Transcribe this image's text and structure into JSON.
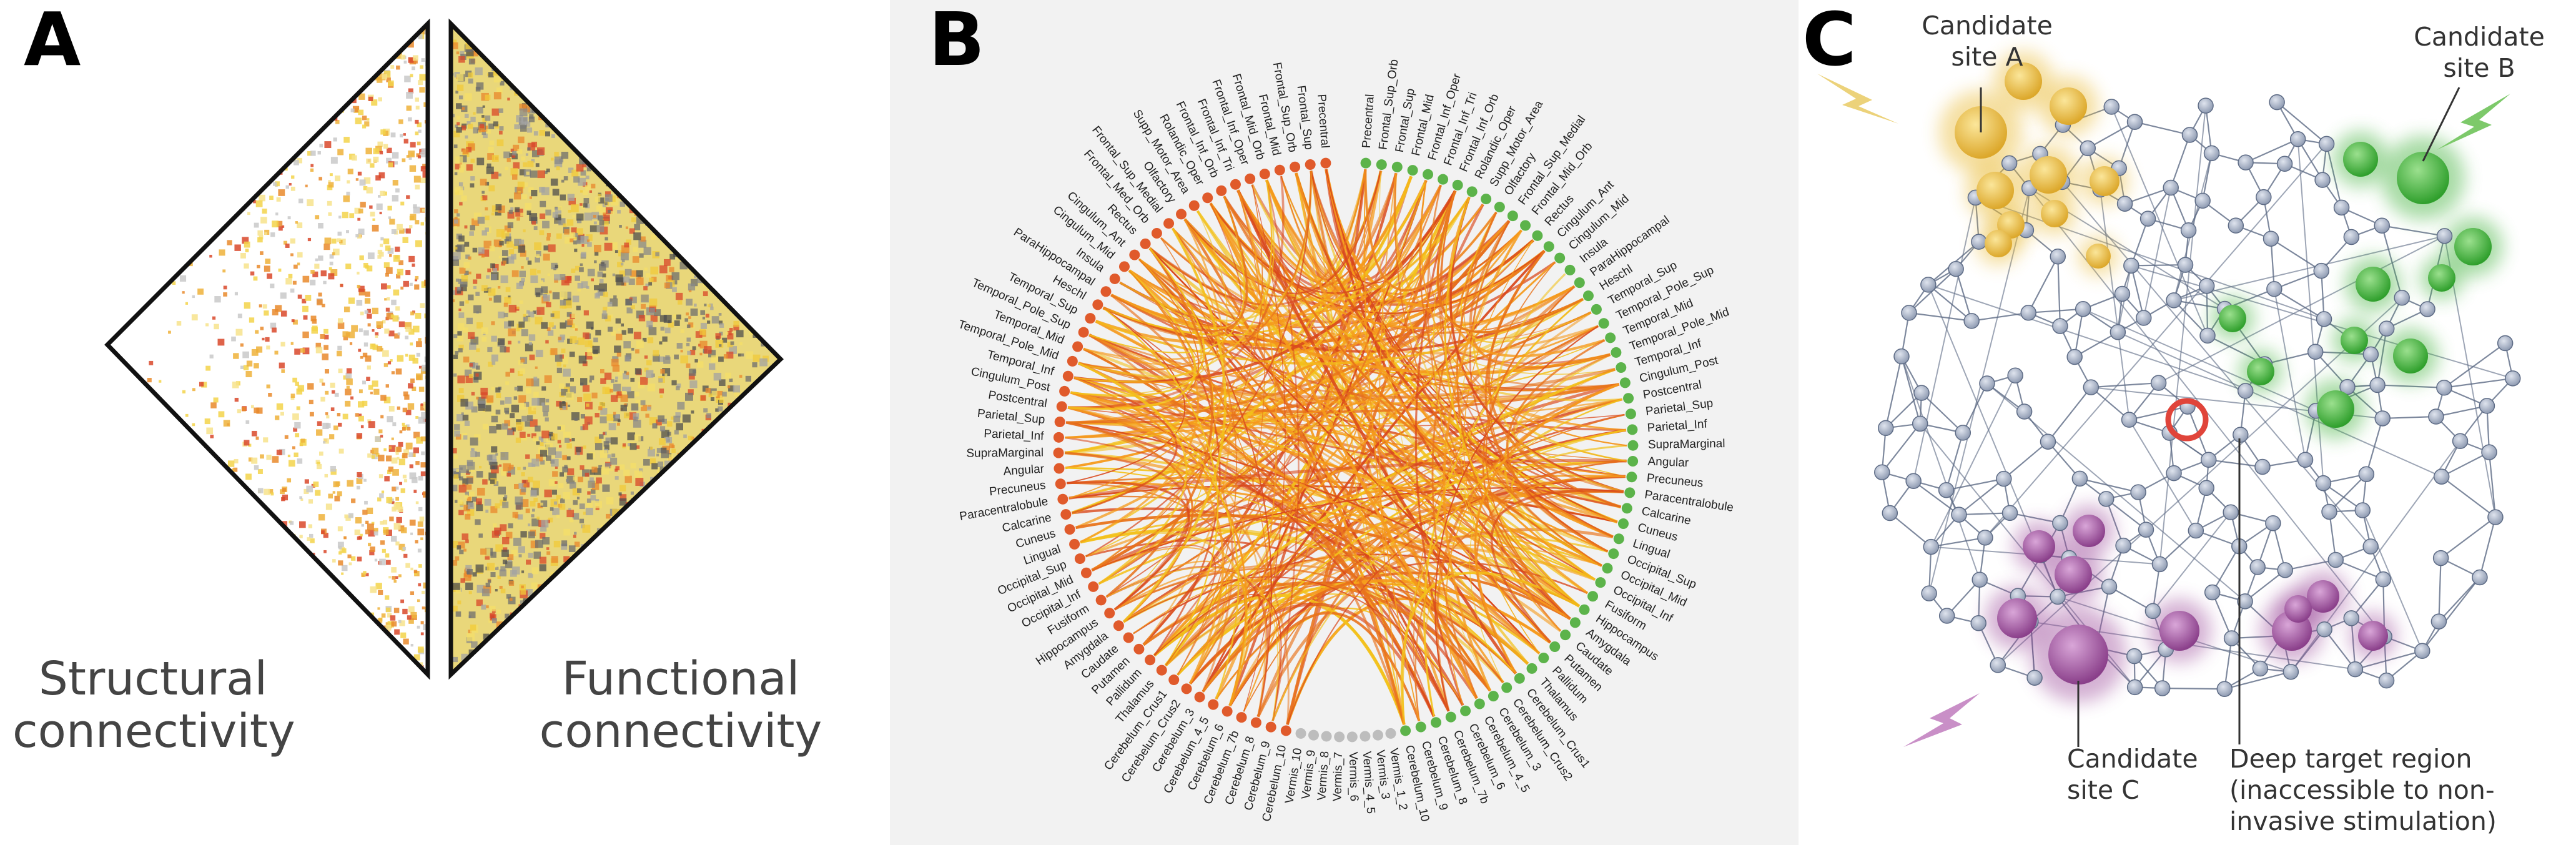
{
  "panel_a": {
    "letter": "A",
    "caption_left": [
      "Structural",
      "connectivity"
    ],
    "caption_right": [
      "Functional",
      "connectivity"
    ]
  },
  "panel_b": {
    "letter": "B",
    "colors": {
      "left": "#e05a2b",
      "right": "#5cb34a",
      "vermis": "#bdbdbd",
      "link_1": "#f59a1c",
      "link_2": "#e8731c",
      "link_3": "#f3c11a",
      "link_4": "#d9481c"
    },
    "labels_left": [
      "Precentral",
      "Frontal_Sup",
      "Frontal_Sup_Orb",
      "Frontal_Mid",
      "Frontal_Mid_Orb",
      "Frontal_Inf_Oper",
      "Frontal_Inf_Tri",
      "Frontal_Inf_Orb",
      "Rolandic_Oper",
      "Supp_Motor_Area",
      "Olfactory",
      "Frontal_Sup_Medial",
      "Frontal_Med_Orb",
      "Rectus",
      "Cingulum_Ant",
      "Cingulum_Mid",
      "Insula",
      "ParaHippocampal",
      "Heschl",
      "Temporal_Sup",
      "Temporal_Pole_Sup",
      "Temporal_Mid",
      "Temporal_Pole_Mid",
      "Temporal_Inf",
      "Cingulum_Post",
      "Postcentral",
      "Parietal_Sup",
      "Parietal_Inf",
      "SupraMarginal",
      "Angular",
      "Precuneus",
      "Paracentralobule",
      "Calcarine",
      "Cuneus",
      "Lingual",
      "Occipital_Sup",
      "Occipital_Mid",
      "Occipital_Inf",
      "Fusiform",
      "Hippocampus",
      "Amygdala",
      "Caudate",
      "Putamen",
      "Pallidum",
      "Thalamus",
      "Cerebelum_Crus1",
      "Cerebelum_Crus2",
      "Cerebelum_3",
      "Cerebelum_4_5",
      "Cerebelum_6",
      "Cerebelum_7b",
      "Cerebelum_8",
      "Cerebelum_9",
      "Cerebelum_10"
    ],
    "labels_vermis": [
      "Vermis_10",
      "Vermis_9",
      "Vermis_8",
      "Vermis_7",
      "Vermis_6",
      "Vermis_4_5",
      "Vermis_3",
      "Vermis_1_2"
    ],
    "labels_right": [
      "Precentral",
      "Frontal_Sup_Orb",
      "Frontal_Sup",
      "Frontal_Mid",
      "Frontal_Inf_Oper",
      "Frontal_Inf_Tri",
      "Frontal_Inf_Orb",
      "Rolandic_Oper",
      "Supp_Motor_Area",
      "Olfactory",
      "Frontal_Sup_Medial",
      "Frontal_Mid_Orb",
      "Rectus",
      "Cingulum_Ant",
      "Cingulum_Mid",
      "Insula",
      "ParaHippocampal",
      "Heschl",
      "Temporal_Sup",
      "Temporal_Pole_Sup",
      "Temporal_Mid",
      "Temporal_Pole_Mid",
      "Temporal_Inf",
      "Cingulum_Post",
      "Postcentral",
      "Parietal_Sup",
      "Parietal_Inf",
      "SupraMarginal",
      "Angular",
      "Precuneus",
      "Paracentralobule",
      "Calcarine",
      "Cuneus",
      "Lingual",
      "Occipital_Sup",
      "Occipital_Mid",
      "Occipital_Inf",
      "Fusiform",
      "Hippocampus",
      "Amygdala",
      "Caudate",
      "Putamen",
      "Pallidum",
      "Thalamus",
      "Cerebelum_Crus1",
      "Cerebelum_Crus2",
      "Cerebelum_3",
      "Cerebelum_4_5",
      "Cerebelum_6",
      "Cerebelum_7b",
      "Cerebelum_8",
      "Cerebelum_9",
      "Cerebelum_10"
    ]
  },
  "panel_c": {
    "letter": "C",
    "colors": {
      "site_a": "#e9b931",
      "site_b": "#3fb13a",
      "site_c": "#a0529f",
      "node": "#a9b3c6",
      "edge": "#5d6b85",
      "target_ring": "#e0443a"
    },
    "label_site_a": [
      "Candidate",
      "site A"
    ],
    "label_site_b": [
      "Candidate",
      "site B"
    ],
    "label_site_c": [
      "Candidate",
      "site C"
    ],
    "label_deep": [
      "Deep target region",
      "(inaccessible to non-",
      "invasive stimulation)"
    ]
  }
}
